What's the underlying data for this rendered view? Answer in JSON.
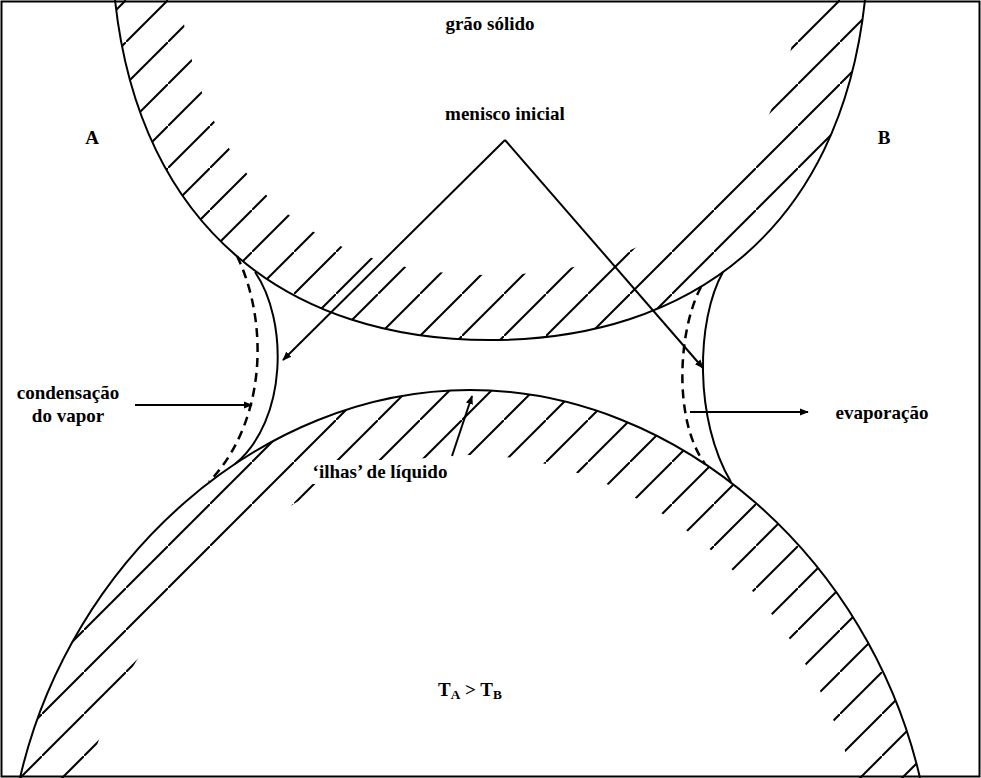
{
  "diagram": {
    "labels": [
      "grão sólido",
      "menisco inicial",
      "A",
      "B",
      "condensação do vapor",
      "evaporação",
      "‘ilhas’ de líquido",
      "TA > TB"
    ]
  }
}
